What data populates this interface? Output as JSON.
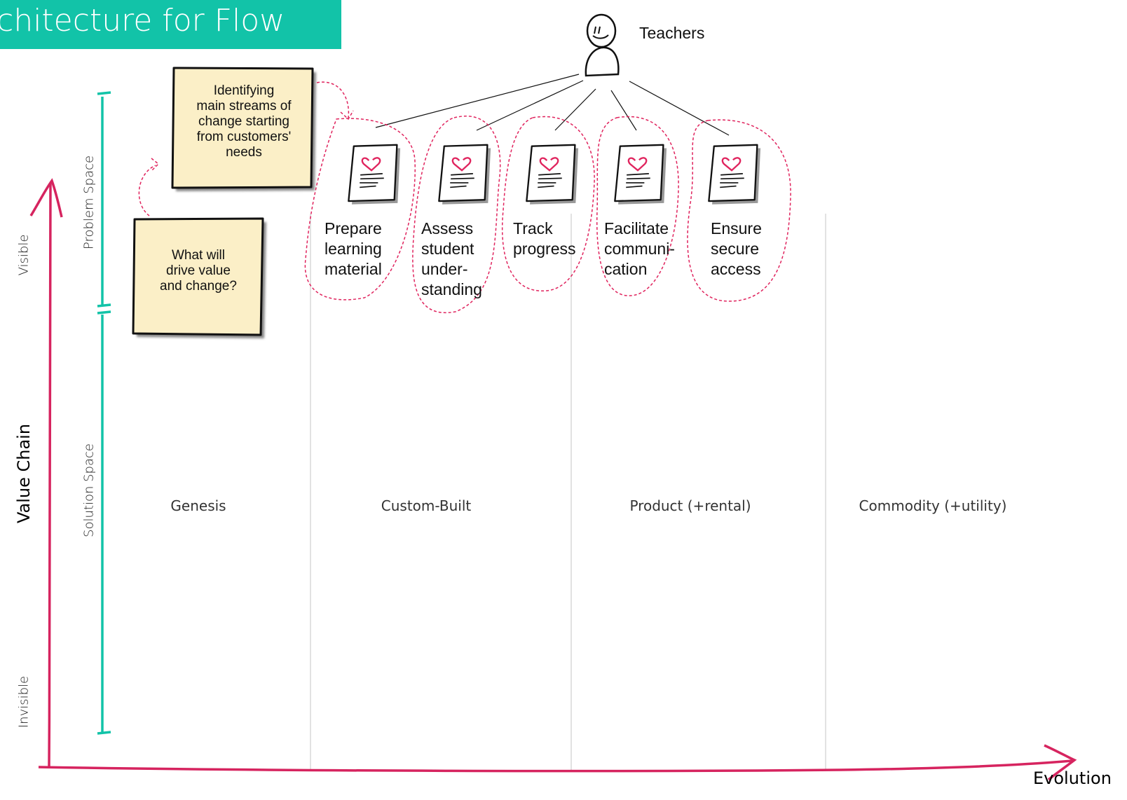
{
  "title": "rchitecture for Flow",
  "axis": {
    "y_title": "Value Chain",
    "x_title": "Evolution",
    "visible": "Visible",
    "invisible": "Invisible"
  },
  "spaces": {
    "problem": "Problem Space",
    "solution": "Solution Space"
  },
  "stages": [
    "Genesis",
    "Custom-Built",
    "Product (+rental)",
    "Commodity (+utility)"
  ],
  "stickies": {
    "identify": [
      "Identifying",
      "main streams of",
      "change starting",
      "from customers'",
      "needs"
    ],
    "drive": [
      "What will",
      "drive value",
      "and change?"
    ]
  },
  "actor": {
    "label": "Teachers",
    "icon": "person-icon"
  },
  "capabilities": [
    {
      "lines": [
        "Prepare",
        "learning",
        "material"
      ]
    },
    {
      "lines": [
        "Assess",
        "student",
        "under-",
        "standing"
      ]
    },
    {
      "lines": [
        "Track",
        "progress"
      ]
    },
    {
      "lines": [
        "Facilitate",
        "communi-",
        "cation"
      ]
    },
    {
      "lines": [
        "Ensure",
        "secure",
        "access"
      ]
    }
  ],
  "colors": {
    "accent": "#12c3a8",
    "axis": "#d6245f",
    "sticky": "#fbefc7",
    "outline": "#e0245e"
  }
}
